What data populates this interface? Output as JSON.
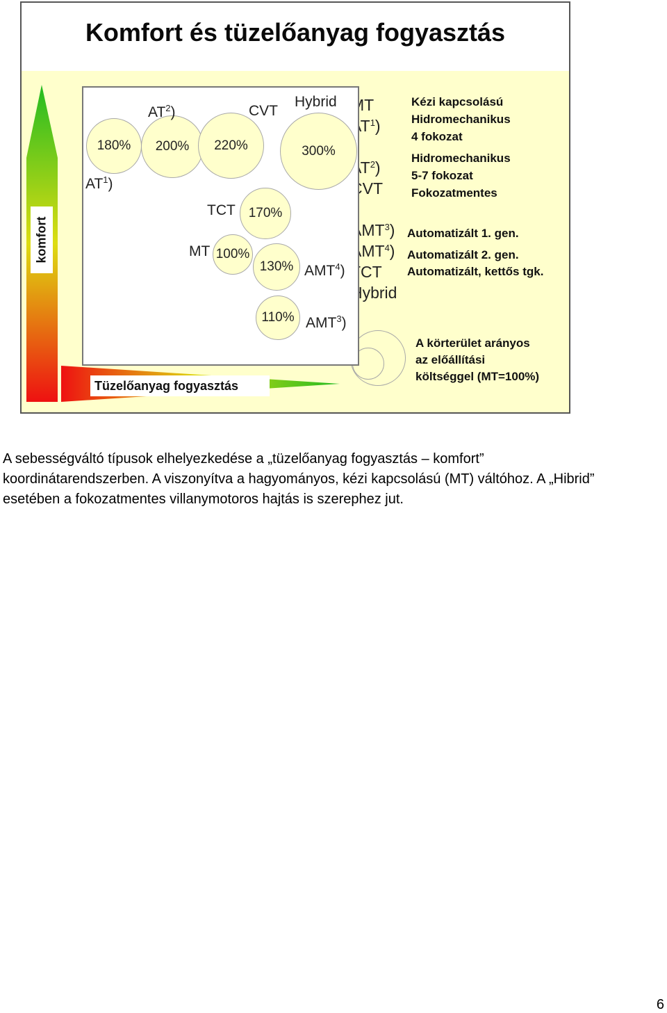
{
  "slide": {
    "title": "Komfort és tüzelőanyag fogyasztás",
    "y_axis_label": "komfort",
    "x_axis_label": "Tüzelőanyag fogyasztás",
    "bubbles": {
      "at1": "180%",
      "at2": "200%",
      "cvt": "220%",
      "hybrid": "300%",
      "tct": "170%",
      "mt": "100%",
      "amt4": "130%",
      "amt3": "110%"
    },
    "labels": {
      "at1_base": "AT",
      "at1_sup": "1",
      "at1_close": ")",
      "at2_base": "AT",
      "at2_sup": "2",
      "at2_close": ")",
      "cvt": "CVT",
      "hybrid": "Hybrid",
      "tct": "TCT",
      "mt": "MT",
      "amt4_base": "AMT",
      "amt4_sup": "4",
      "amt4_close": ")",
      "amt3_base": "AMT",
      "amt3_sup": "3",
      "amt3_close": ")"
    },
    "legend": {
      "mt": "MT",
      "at1_base": "AT",
      "at1_sup": "1",
      "at1_close": ")",
      "at1_desc1": "Kézi kapcsolású",
      "at1_desc2": "Hidromechanikus",
      "at1_desc3": "4 fokozat",
      "at2_base": "AT",
      "at2_sup": "2",
      "at2_close": ")",
      "cvt": "CVT",
      "at2_desc1": "Hidromechanikus",
      "at2_desc2": "5-7 fokozat",
      "at2_desc3": "Fokozatmentes",
      "amt3_base": "AMT",
      "amt3_sup": "3",
      "amt3_close": ")",
      "amt3_desc": "Automatizált 1. gen.",
      "amt4_base": "AMT",
      "amt4_sup": "4",
      "amt4_close": ")",
      "amt4_desc": "Automatizált 2. gen.",
      "tct": "TCT",
      "tct_desc": "Automatizált, kettős tgk.",
      "hybrid": "Hybrid",
      "note1": "A körterület arányos",
      "note2": "az előállítási",
      "note3": "költséggel (MT=100%)"
    },
    "colors": {
      "body_bg": "#ffffcc",
      "axis_gradient_top": "#22bb22",
      "axis_gradient_bottom": "#ee1111"
    }
  },
  "caption": "A sebességváltó típusok elhelyezkedése a „tüzelőanyag fogyasztás – komfort” koordinátarendszerben. A viszonyítva a hagyományos, kézi kapcsolású (MT) váltóhoz. A „Hibrid” esetében a fokozatmentes villanymotoros hajtás is szerephez jut.",
  "page_number": "6"
}
